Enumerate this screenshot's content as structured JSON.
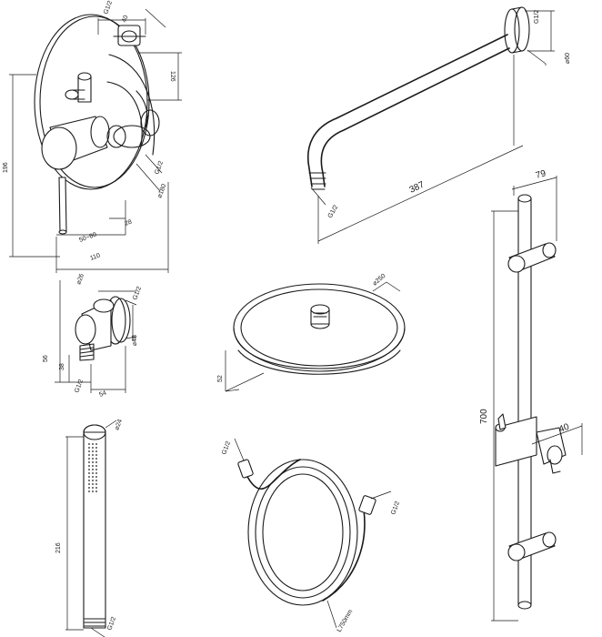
{
  "mixer": {
    "thread_top": "G1/2",
    "dim_top": "40",
    "dim_right": "126",
    "dim_left_height": "196",
    "thread_right": "G1/2",
    "diameter": "⌀180",
    "depth_small": "28",
    "depth_range": "50~60",
    "depth_total": "110"
  },
  "arm": {
    "thread_top": "G1/2",
    "flange_diameter": "⌀60",
    "length": "387",
    "thread_bottom": "G1/2"
  },
  "elbow": {
    "diameter": "⌀26",
    "thread": "G1/2",
    "height_total": "56",
    "height_offset": "38",
    "thread_bottom": "G1/2",
    "width": "54",
    "flange_diameter": "⌀48"
  },
  "showerhead": {
    "diameter": "⌀250",
    "thickness": "52"
  },
  "handshower": {
    "diameter": "⌀24",
    "length": "216",
    "thread": "G1/2"
  },
  "hose": {
    "thread_left": "G1/2",
    "thread_right": "G1/2",
    "length": "L750mm"
  },
  "rail": {
    "width": "79",
    "height": "700",
    "offset": "40"
  }
}
